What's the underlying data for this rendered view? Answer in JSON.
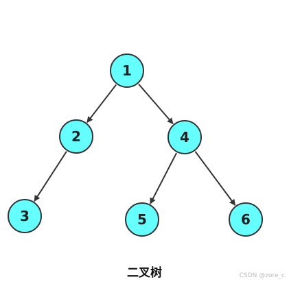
{
  "caption": "二叉树",
  "watermark": "CSDN @zore_c",
  "colors": {
    "node_fill": "#66ffff",
    "node_stroke": "#333333",
    "edge": "#333333",
    "label": "#222222"
  },
  "nodes": [
    {
      "id": "1",
      "label": "1"
    },
    {
      "id": "2",
      "label": "2"
    },
    {
      "id": "4",
      "label": "4"
    },
    {
      "id": "3",
      "label": "3"
    },
    {
      "id": "5",
      "label": "5"
    },
    {
      "id": "6",
      "label": "6"
    }
  ],
  "edges": [
    {
      "from": "1",
      "to": "2"
    },
    {
      "from": "1",
      "to": "4"
    },
    {
      "from": "2",
      "to": "3"
    },
    {
      "from": "4",
      "to": "5"
    },
    {
      "from": "4",
      "to": "6"
    }
  ]
}
